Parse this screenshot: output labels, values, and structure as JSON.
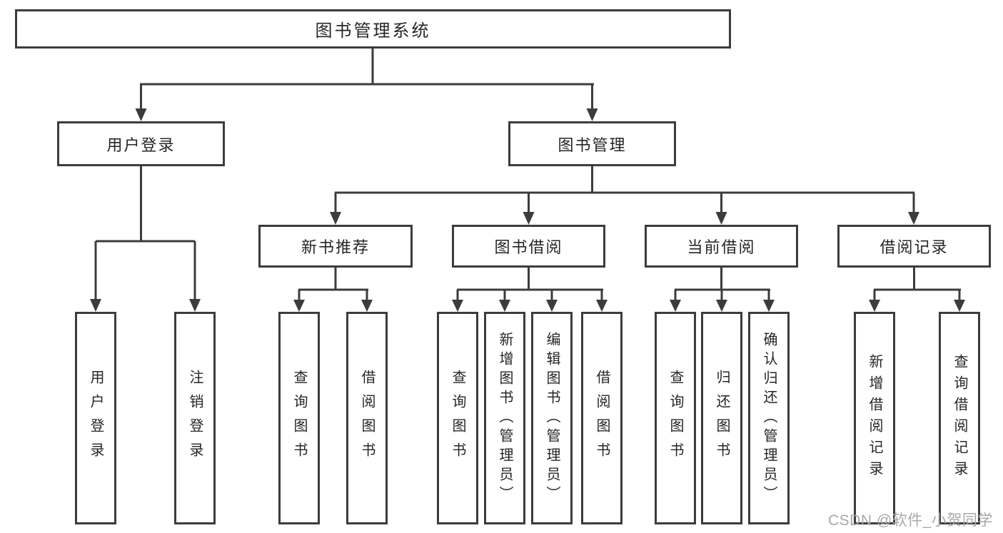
{
  "tree": {
    "label": "图书管理系统",
    "children": [
      {
        "label": "用户登录",
        "children": [
          {
            "label": "用户登录"
          },
          {
            "label": "注销登录"
          }
        ]
      },
      {
        "label": "图书管理",
        "children": [
          {
            "label": "新书推荐",
            "children": [
              {
                "label": "查询图书"
              },
              {
                "label": "借阅图书"
              }
            ]
          },
          {
            "label": "图书借阅",
            "children": [
              {
                "label": "查询图书"
              },
              {
                "label": "新增图书（管理员）"
              },
              {
                "label": "编辑图书（管理员）"
              },
              {
                "label": "借阅图书"
              }
            ]
          },
          {
            "label": "当前借阅",
            "children": [
              {
                "label": "查询图书"
              },
              {
                "label": "归还图书"
              },
              {
                "label": "确认归还（管理员）"
              }
            ]
          },
          {
            "label": "借阅记录",
            "children": [
              {
                "label": "新增借阅记录"
              },
              {
                "label": "查询借阅记录"
              }
            ]
          }
        ]
      }
    ]
  },
  "watermark": {
    "text": "CSDN @软件_小贺同学"
  },
  "colors": {
    "line": "#3c3c3c",
    "text": "#262626",
    "watermark": "#a8a8a8"
  }
}
